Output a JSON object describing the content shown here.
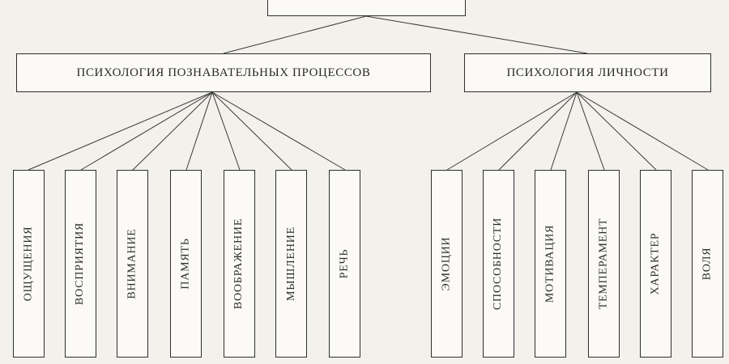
{
  "diagram": {
    "root": {
      "label": ""
    },
    "branches": [
      {
        "label": "ПСИХОЛОГИЯ ПОЗНАВАТЕЛЬНЫХ ПРОЦЕССОВ",
        "items": [
          "ОЩУЩЕНИЯ",
          "ВОСПРИЯТИЯ",
          "ВНИМАНИЕ",
          "ПАМЯТЬ",
          "ВООБРАЖЕНИЕ",
          "МЫШЛЕНИЕ",
          "РЕЧЬ"
        ]
      },
      {
        "label": "ПСИХОЛОГИЯ ЛИЧНОСТИ",
        "items": [
          "ЭМОЦИИ",
          "СПОСОБНОСТИ",
          "МОТИВАЦИЯ",
          "ТЕМПЕРАМЕНТ",
          "ХАРАКТЕР",
          "ВОЛЯ"
        ]
      }
    ]
  }
}
